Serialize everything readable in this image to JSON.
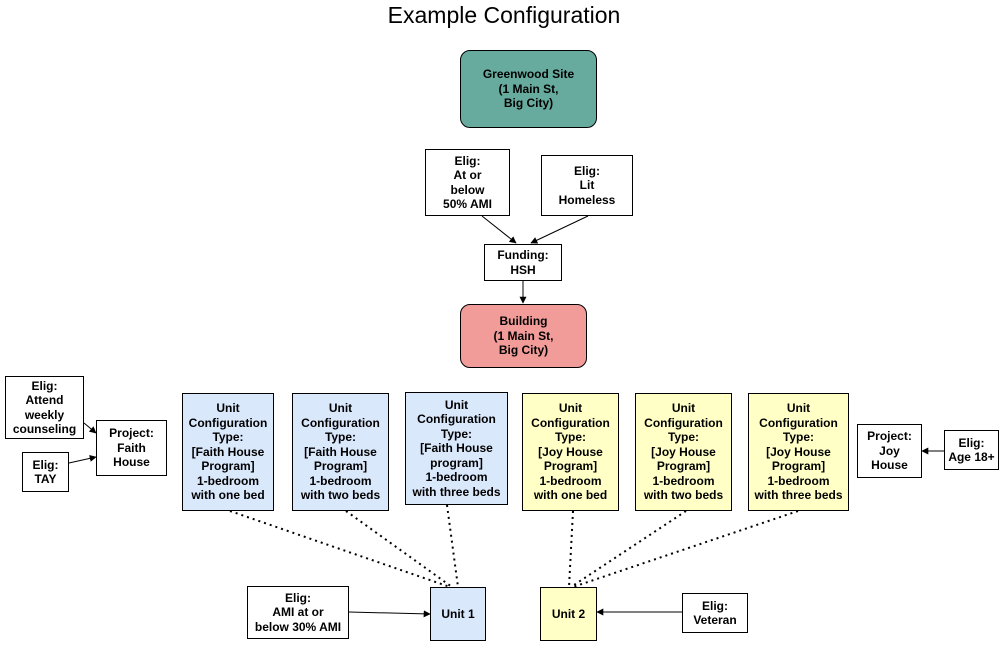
{
  "title": "Example Configuration",
  "colors": {
    "site": "#67ab9f",
    "building": "#f19c99",
    "unit_blue": "#dae8fc",
    "unit_yellow": "#ffffc6"
  },
  "nodes": {
    "site": "Greenwood Site\n(1 Main St,\nBig City)",
    "elig_ami50": "Elig:\nAt or\nbelow\n50% AMI",
    "elig_lit_homeless": "Elig:\nLit\nHomeless",
    "funding": "Funding:\nHSH",
    "building": "Building\n(1 Main St,\nBig City)",
    "elig_counseling": "Elig:\nAttend\nweekly\ncounseling",
    "elig_tay": "Elig:\nTAY",
    "project_faith": "Project:\nFaith\nHouse",
    "uc_faith_1": "Unit\nConfiguration\nType:\n[Faith House\nProgram]\n1-bedroom\nwith one bed",
    "uc_faith_2": "Unit\nConfiguration\nType:\n[Faith House\nProgram]\n1-bedroom\nwith two beds",
    "uc_faith_3": "Unit\nConfiguration\nType:\n[Faith House\nprogram]\n1-bedroom\nwith three beds",
    "uc_joy_1": "Unit\nConfiguration\nType:\n[Joy House\nProgram]\n1-bedroom\nwith one bed",
    "uc_joy_2": "Unit\nConfiguration\nType:\n[Joy House\nProgram]\n1-bedroom\nwith two beds",
    "uc_joy_3": "Unit\nConfiguration\nType:\n[Joy House\nProgram]\n1-bedroom\nwith three beds",
    "project_joy": "Project:\nJoy\nHouse",
    "elig_age18": "Elig:\nAge 18+",
    "elig_ami30": "Elig:\nAMI at or\nbelow 30% AMI",
    "unit1": "Unit 1",
    "unit2": "Unit 2",
    "elig_veteran": "Elig:\nVeteran"
  }
}
